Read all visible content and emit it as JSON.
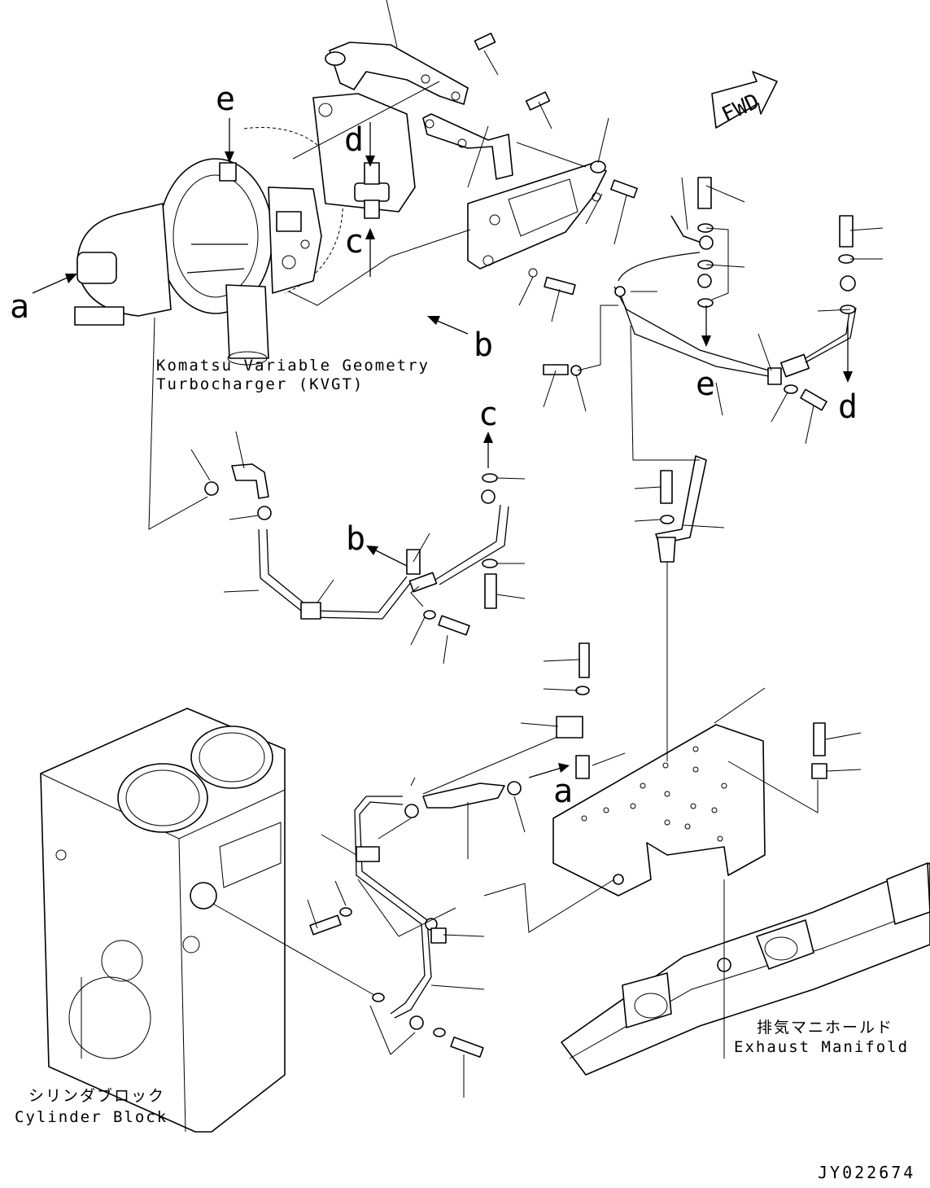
{
  "labels": {
    "kvgt_en_line1": "Komatsu Variable Geometry",
    "kvgt_en_line2": "Turbocharger (KVGT)",
    "manifold_jp": "排気マニホールド",
    "manifold_en": "Exhaust Manifold",
    "block_jp": "シリンダブロック",
    "block_en": "Cylinder Block",
    "fwd": "FWD",
    "drawing_code": "JY022674"
  },
  "callouts": {
    "a": "a",
    "b": "b",
    "c": "c",
    "d": "d",
    "e": "e"
  }
}
